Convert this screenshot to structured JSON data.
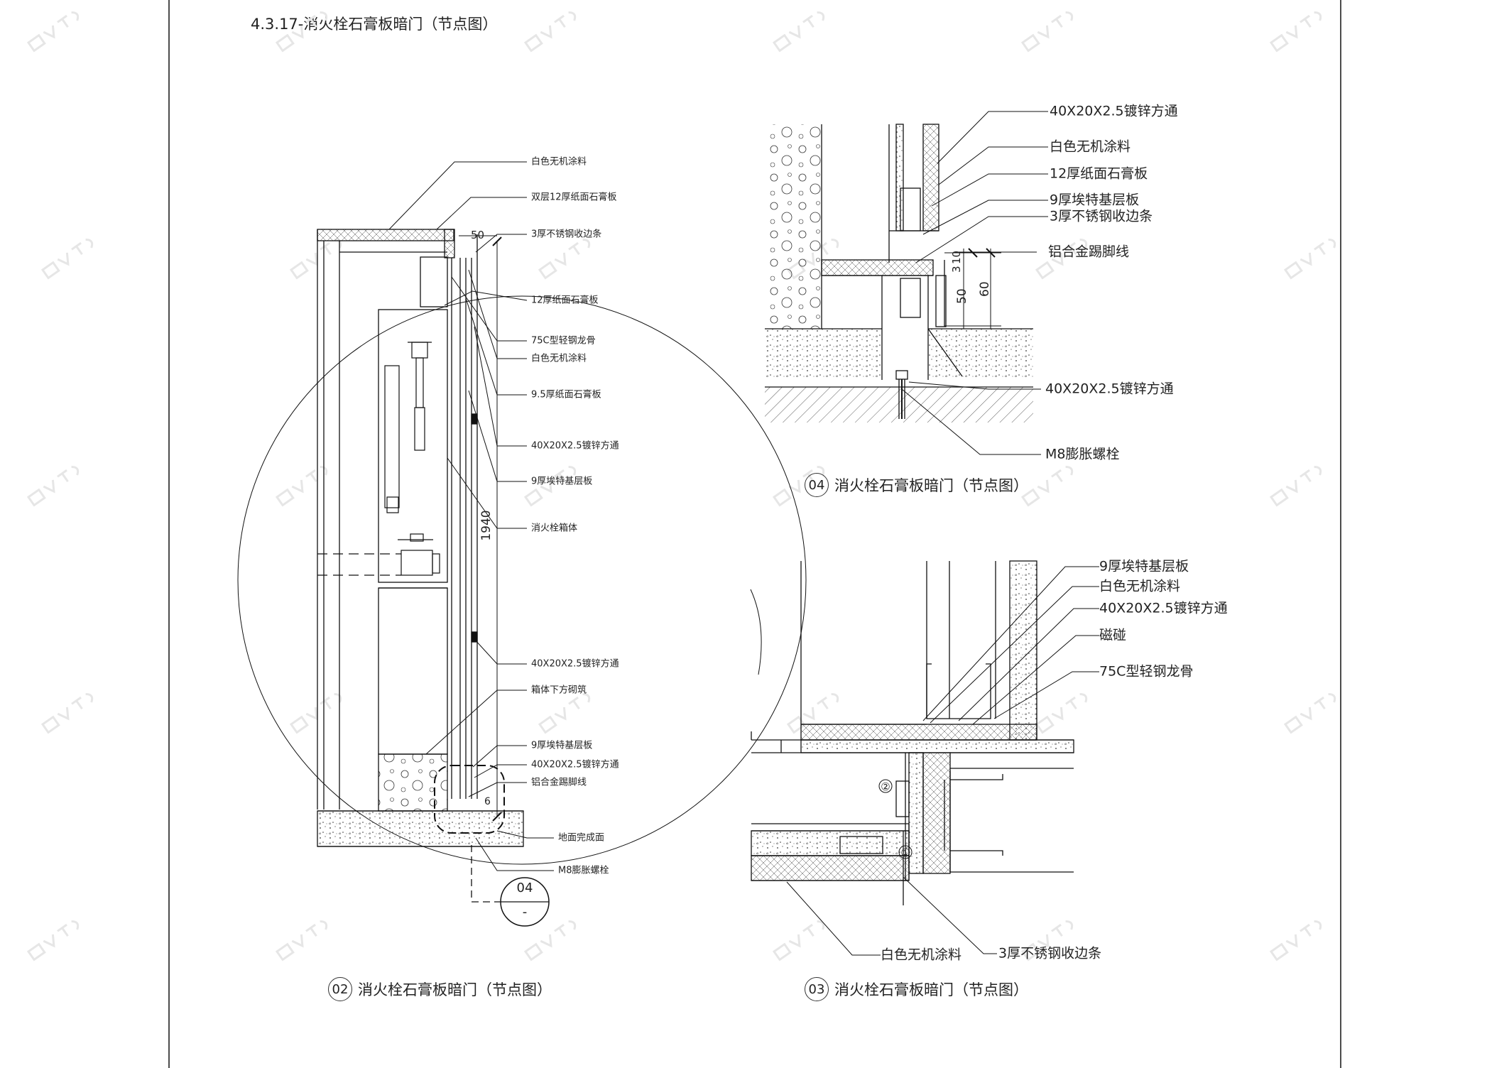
{
  "sheet_title": "4.3.17-消火栓石膏板暗门（节点图）",
  "details": {
    "d02": {
      "number": "02",
      "caption": "消火栓石膏板暗门（节点图）",
      "dimension_height": "1940",
      "dimension_top": "50",
      "dimension_small": "6",
      "detail_ref_num": "04",
      "detail_ref_sheet": "-",
      "labels": [
        "白色无机涂料",
        "双层12厚纸面石膏板",
        "3厚不锈钢收边条",
        "12厚纸面石膏板",
        "75C型轻钢龙骨",
        "白色无机涂料",
        "9.5厚纸面石膏板",
        "40X20X2.5镀锌方通",
        "9厚埃特基层板",
        "消火栓箱体",
        "40X20X2.5镀锌方通",
        "箱体下方砌筑",
        "9厚埃特基层板",
        "40X20X2.5镀锌方通",
        "铝合金踢脚线",
        "地面完成面",
        "M8膨胀螺栓"
      ]
    },
    "d04": {
      "number": "04",
      "caption": "消火栓石膏板暗门（节点图）",
      "dims": [
        "10",
        "3",
        "60",
        "50"
      ],
      "labels": [
        "40X20X2.5镀锌方通",
        "白色无机涂料",
        "12厚纸面石膏板",
        "9厚埃特基层板",
        "3厚不锈钢收边条",
        "铝合金踢脚线",
        "40X20X2.5镀锌方通",
        "M8膨胀螺栓"
      ]
    },
    "d03": {
      "number": "03",
      "caption": "消火栓石膏板暗门（节点图）",
      "marker1": "①",
      "marker2": "②",
      "labels": [
        "9厚埃特基层板",
        "白色无机涂料",
        "40X20X2.5镀锌方通",
        "磁碰",
        "75C型轻钢龙骨",
        "白色无机涂料",
        "3厚不锈钢收边条"
      ]
    }
  },
  "colors": {
    "line": "#1a1a1a",
    "paper": "#ffffff",
    "watermark": "#e6e6e6"
  }
}
